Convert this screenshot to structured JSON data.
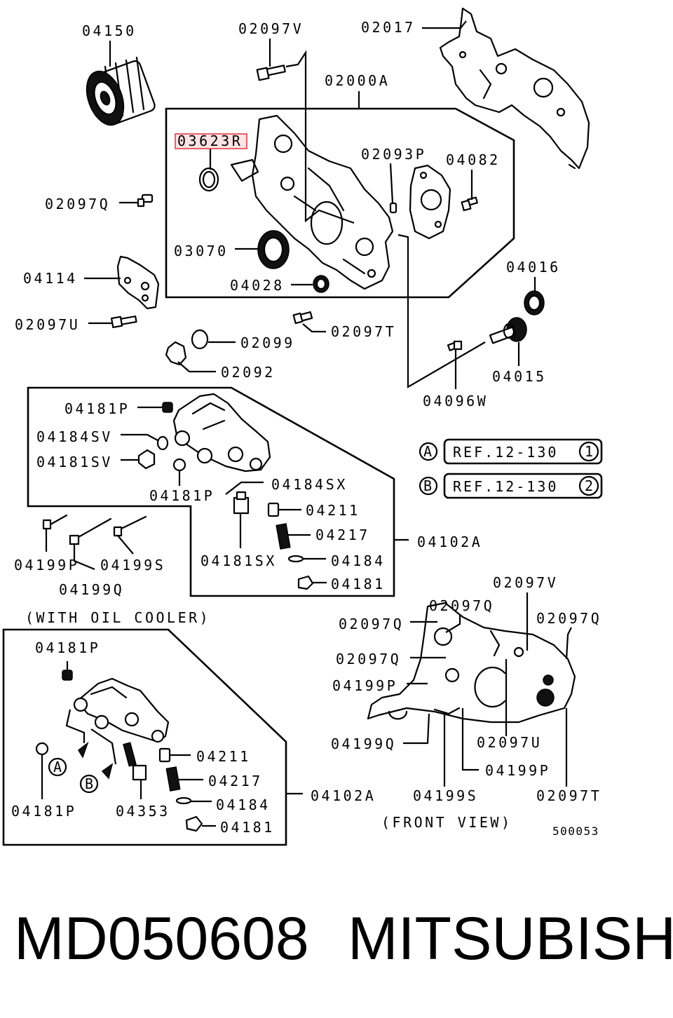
{
  "labels": {
    "p04150": "04150",
    "p02097V_top": "02097V",
    "p02017": "02017",
    "p02000A": "02000A",
    "p03623R": "03623R",
    "p02093P": "02093P",
    "p04082": "04082",
    "p02097Q_left": "02097Q",
    "p03070": "03070",
    "p04028": "04028",
    "p04114": "04114",
    "p04016": "04016",
    "p02097U_left": "02097U",
    "p02097T_mid": "02097T",
    "p02099": "02099",
    "p04015": "04015",
    "p02092": "02092",
    "p04096W": "04096W",
    "p04181P_a": "04181P",
    "p04184SV": "04184SV",
    "p04181SV": "04181SV",
    "p04181P_b": "04181P",
    "p04184SX": "04184SX",
    "p04211_a": "04211",
    "p04217_a": "04217",
    "p04102A_a": "04102A",
    "p04181SX": "04181SX",
    "p04184_a": "04184",
    "p04181_a": "04181",
    "p04199P_left": "04199P",
    "p04199S_left": "04199S",
    "p04199Q_left": "04199Q",
    "with_oil_cooler": "(WITH OIL COOLER)",
    "p04181P_c": "04181P",
    "p04211_b": "04211",
    "p04217_b": "04217",
    "p04184_b": "04184",
    "p04181_b": "04181",
    "p04181P_d": "04181P",
    "p04353": "04353",
    "p04102A_b": "04102A",
    "p02097V_fv": "02097V",
    "p02097Q_fv1": "02097Q",
    "p02097Q_fv2": "02097Q",
    "p02097Q_fv3": "02097Q",
    "p02097Q_fv4": "02097Q",
    "p04199P_fv1": "04199P",
    "p04199Q_fv": "04199Q",
    "p02097U_fv": "02097U",
    "p04199P_fv2": "04199P",
    "p04199S_fv": "04199S",
    "p02097T_fv": "02097T",
    "front_view": "(FRONT VIEW)",
    "code": "500053"
  },
  "refs": {
    "a_letter": "A",
    "a_text": "REF.12-130",
    "a_num": "1",
    "b_letter": "B",
    "b_text": "REF.12-130",
    "b_num": "2"
  },
  "callouts": {
    "a": "A",
    "b": "B"
  },
  "brand": {
    "part_number": "MD050608",
    "maker": "MITSUBISHI"
  },
  "colors": {
    "highlight_border": "#e0404a",
    "highlight_fill": "#fbe3e4"
  }
}
